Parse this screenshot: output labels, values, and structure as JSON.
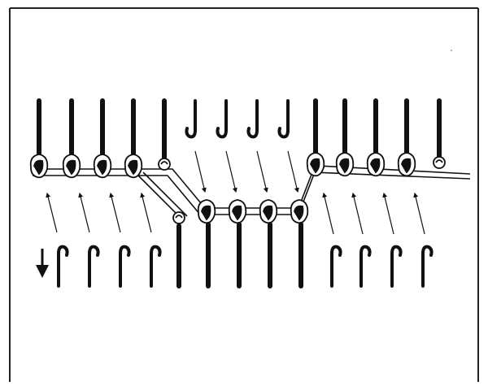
{
  "figure": {
    "needle_count": 14,
    "upper_bed": {
      "needles": [
        {
          "index": 1,
          "hook": "closed",
          "state": "holding-stitch"
        },
        {
          "index": 2,
          "hook": "closed",
          "state": "holding-stitch"
        },
        {
          "index": 3,
          "hook": "closed",
          "state": "holding-stitch"
        },
        {
          "index": 4,
          "hook": "closed",
          "state": "holding-stitch"
        },
        {
          "index": 5,
          "hook": "closed",
          "state": "empty-loop"
        },
        {
          "index": 6,
          "hook": "open",
          "state": "empty"
        },
        {
          "index": 7,
          "hook": "open",
          "state": "empty"
        },
        {
          "index": 8,
          "hook": "open",
          "state": "empty"
        },
        {
          "index": 9,
          "hook": "open",
          "state": "empty"
        },
        {
          "index": 10,
          "hook": "closed",
          "state": "holding-stitch"
        },
        {
          "index": 11,
          "hook": "closed",
          "state": "holding-stitch"
        },
        {
          "index": 12,
          "hook": "closed",
          "state": "holding-stitch"
        },
        {
          "index": 13,
          "hook": "closed",
          "state": "holding-stitch"
        },
        {
          "index": 14,
          "hook": "closed",
          "state": "empty-loop"
        }
      ]
    },
    "lower_bed": {
      "needles": [
        {
          "index": 1,
          "hook": "open",
          "state": "empty"
        },
        {
          "index": 2,
          "hook": "open",
          "state": "empty"
        },
        {
          "index": 3,
          "hook": "open",
          "state": "empty"
        },
        {
          "index": 4,
          "hook": "open",
          "state": "empty"
        },
        {
          "index": 5,
          "hook": "closed",
          "state": "empty-loop"
        },
        {
          "index": 6,
          "hook": "closed",
          "state": "holding-stitch"
        },
        {
          "index": 7,
          "hook": "closed",
          "state": "holding-stitch"
        },
        {
          "index": 8,
          "hook": "closed",
          "state": "holding-stitch"
        },
        {
          "index": 9,
          "hook": "closed",
          "state": "holding-stitch"
        },
        {
          "index": 10,
          "hook": "open",
          "state": "empty"
        },
        {
          "index": 11,
          "hook": "open",
          "state": "empty"
        },
        {
          "index": 12,
          "hook": "open",
          "state": "empty"
        },
        {
          "index": 13,
          "hook": "open",
          "state": "empty"
        }
      ]
    },
    "direction_arrow": "down",
    "colors": {
      "ink": "#111111",
      "yarn_fill": "#ffffff",
      "frame": "#222222"
    }
  }
}
